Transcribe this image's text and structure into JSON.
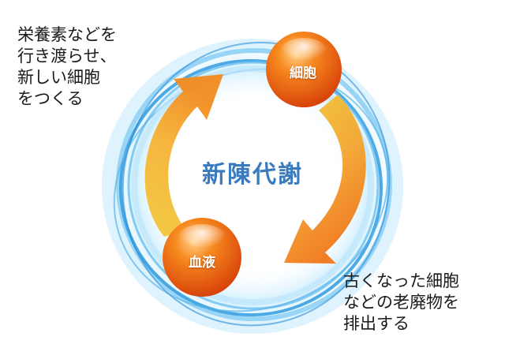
{
  "diagram": {
    "center_title": "新陳代謝",
    "nodes": {
      "cell": "細胞",
      "blood": "血液"
    },
    "annotations": {
      "top_left": "栄養素などを\n行き渡らせ、\n新しい細胞\nをつくる",
      "bottom_right": "古くなった細胞\nなどの老廃物を\n排出する"
    },
    "colors": {
      "ring_blue": "#3aa0e0",
      "ring_light": "#bfe6fb",
      "arrow_yellow": "#f2c23a",
      "arrow_orange": "#f28a1e",
      "node_orange": "#f26a1b",
      "title_blue": "#3a7bbd"
    }
  }
}
